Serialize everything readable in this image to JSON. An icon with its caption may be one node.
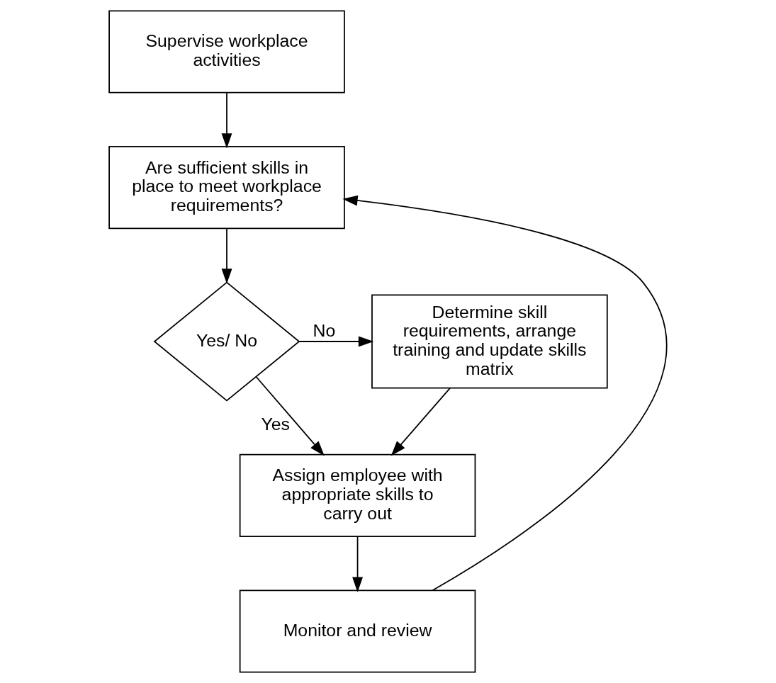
{
  "diagram": {
    "nodes": [
      {
        "text": [
          "Supervise workplace activities"
        ]
      },
      {
        "text": [
          "Are sufficient skills in place to meet workplace requirements?"
        ]
      },
      {
        "text": [
          "Yes/ No"
        ]
      },
      {
        "text": [
          "Determine skill requirements, arrange training and update skills matrix"
        ]
      },
      {
        "text": [
          "Assign employee with appropriate skills to carry out"
        ]
      },
      {
        "text": [
          "Monitor and review"
        ]
      }
    ],
    "edges": [
      {
        "from": 0,
        "to": 1,
        "arrow": "to"
      },
      {
        "from": 1,
        "to": 2,
        "arrow": "to"
      },
      {
        "from": 2,
        "to": 3,
        "arrow": "to",
        "label": "No"
      },
      {
        "from": 2,
        "to": 4,
        "arrow": "to",
        "label": "Yes"
      },
      {
        "from": 3,
        "to": 4,
        "arrow": "to"
      },
      {
        "from": 4,
        "to": 5,
        "arrow": "to"
      },
      {
        "from": 5,
        "to": 1,
        "arrow": "to"
      }
    ]
  }
}
